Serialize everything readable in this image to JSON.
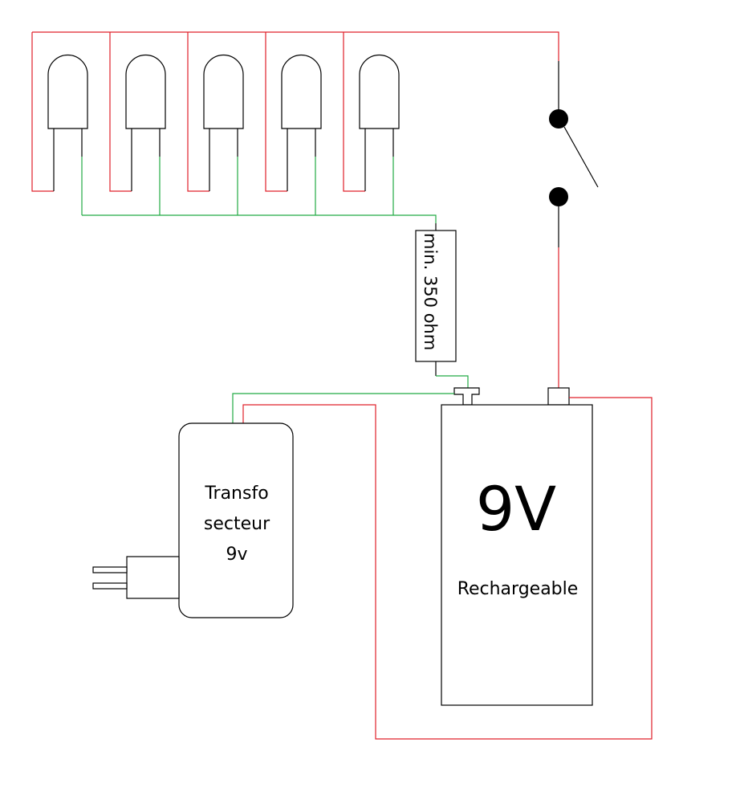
{
  "colors": {
    "positive_wire": "#e0202a",
    "negative_wire": "#22aa44",
    "outline": "#000000"
  },
  "resistor": {
    "label": "min. 350 ohm"
  },
  "transformer": {
    "line1": "Transfo",
    "line2": "secteur",
    "line3": "9v"
  },
  "battery": {
    "voltage": "9V",
    "type": "Rechargeable"
  },
  "leds": {
    "count": 5
  },
  "switch": {
    "state": "open"
  }
}
